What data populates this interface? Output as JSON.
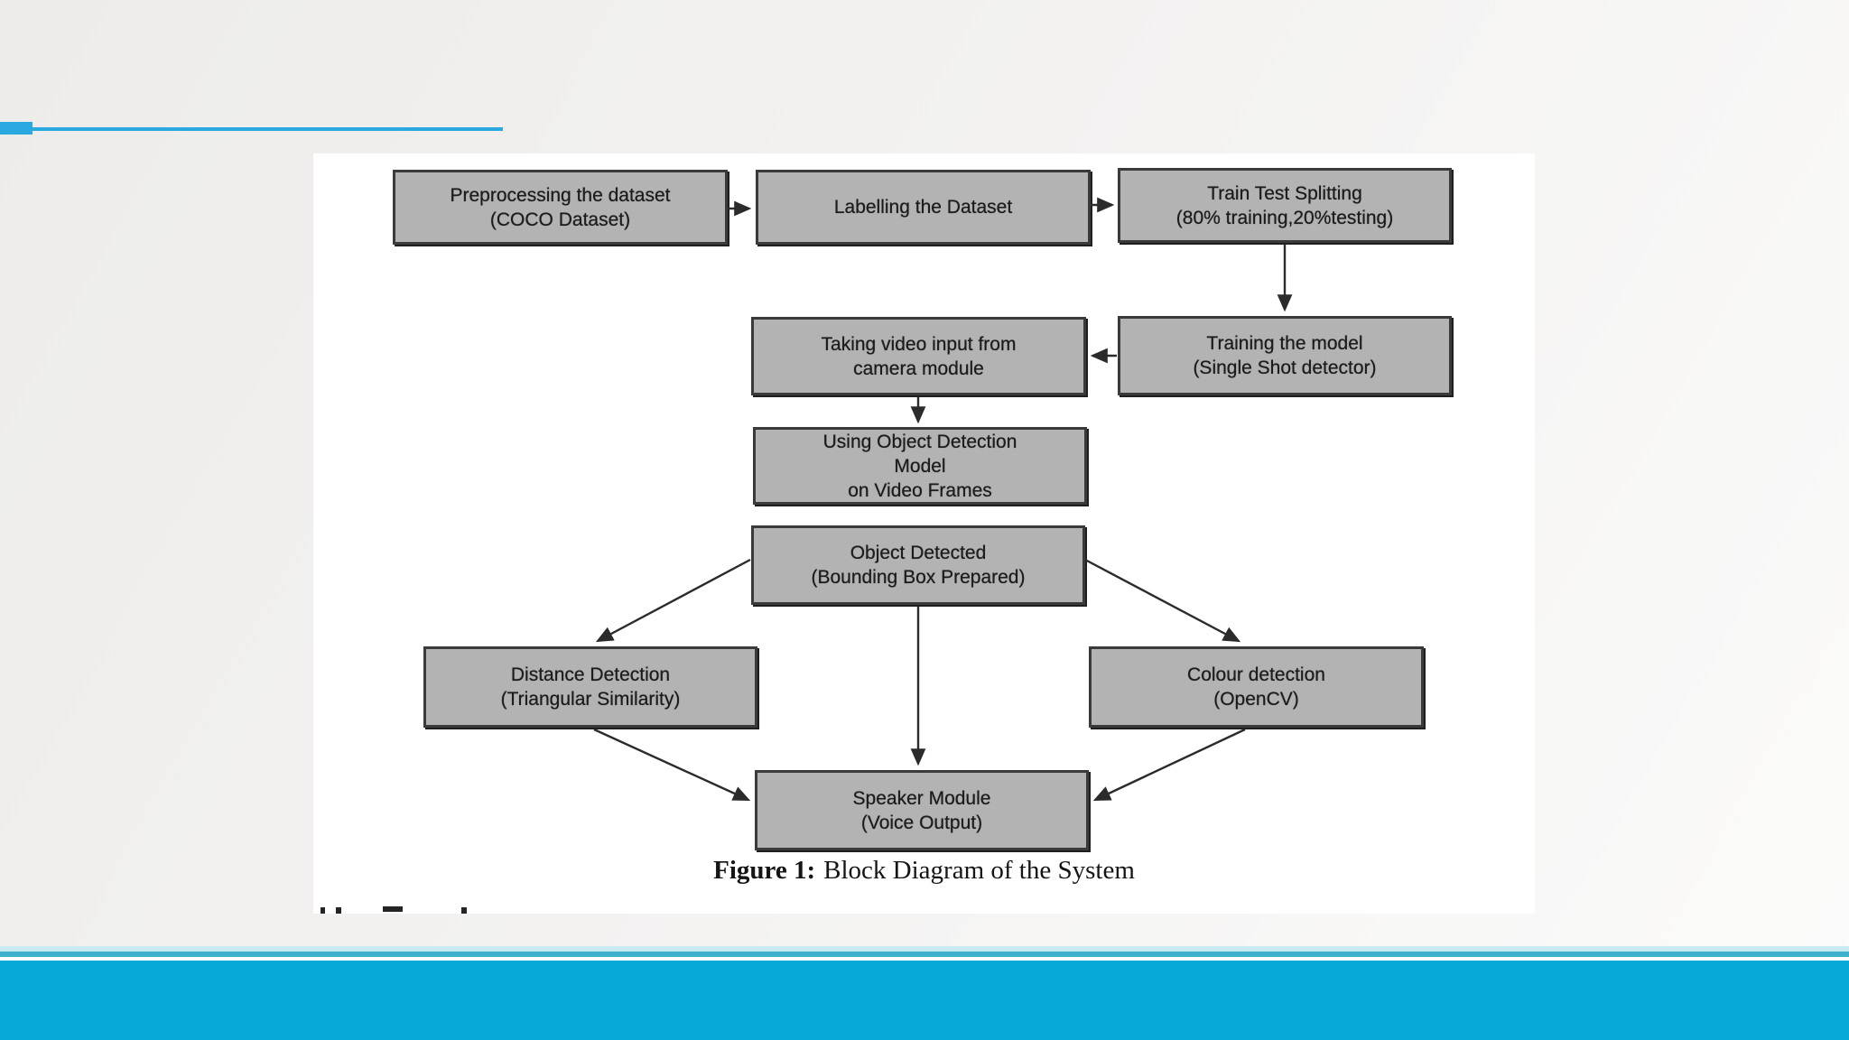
{
  "slide": {
    "accent_color": "#29a9e0",
    "footer_bar_color": "#05aad9",
    "footer_teal_line_color": "#3fb0c9",
    "box_fill_color": "#b3b3b3",
    "box_border_color": "#3a3a3a"
  },
  "figure": {
    "caption_label": "Figure 1:",
    "caption_text": "Block Diagram of the System",
    "boxes": {
      "preprocess": {
        "line1": "Preprocessing the dataset",
        "line2": "(COCO Dataset)"
      },
      "labelling": {
        "line1": "Labelling the Dataset"
      },
      "split": {
        "line1": "Train Test Splitting",
        "line2": "(80% training,20%testing)"
      },
      "training": {
        "line1": "Training the model",
        "line2": "(Single Shot detector)"
      },
      "video_input": {
        "line1": "Taking video input from",
        "line2": "camera module"
      },
      "detection_model": {
        "line1": "Using Object Detection",
        "line2": "Model",
        "line3": "on Video Frames"
      },
      "object_detected": {
        "line1": "Object Detected",
        "line2": "(Bounding Box Prepared)"
      },
      "distance": {
        "line1": "Distance Detection",
        "line2": "(Triangular Similarity)"
      },
      "colour": {
        "line1": "Colour detection",
        "line2": "(OpenCV)"
      },
      "speaker": {
        "line1": "Speaker Module",
        "line2": "(Voice Output)"
      }
    }
  }
}
